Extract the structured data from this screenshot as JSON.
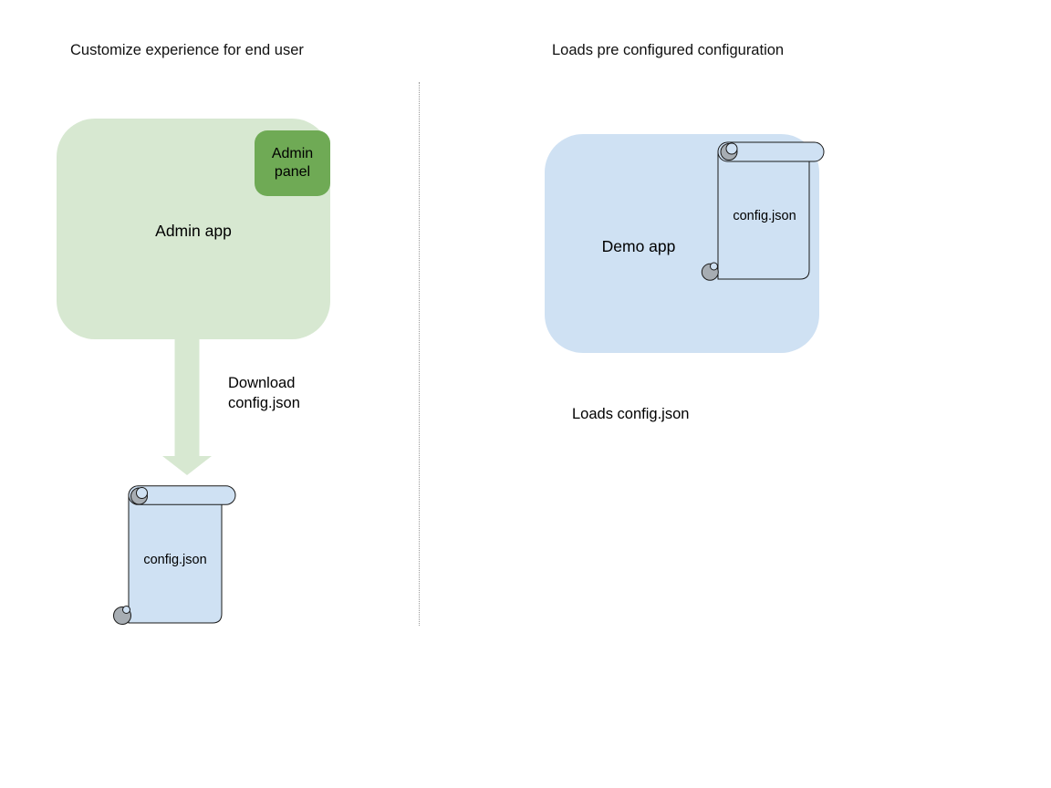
{
  "diagram": {
    "left": {
      "title": "Customize experience for end user",
      "app_label": "Admin app",
      "panel_label": "Admin panel",
      "arrow_caption": "Download config.json",
      "file_label": "config.json"
    },
    "right": {
      "title": "Loads pre configured configuration",
      "app_label": "Demo app",
      "file_label": "config.json",
      "caption": "Loads config.json"
    },
    "colors": {
      "app_green_fill": "#d7e8d1",
      "panel_green_fill": "#6faa55",
      "app_blue_fill": "#cfe1f3",
      "scroll_blue_fill": "#cfe1f3",
      "scroll_curl_gray": "#a7adb3",
      "arrow_green_fill": "#d7e8d1",
      "divider_gray": "#999999",
      "text_color": "#000000"
    }
  }
}
